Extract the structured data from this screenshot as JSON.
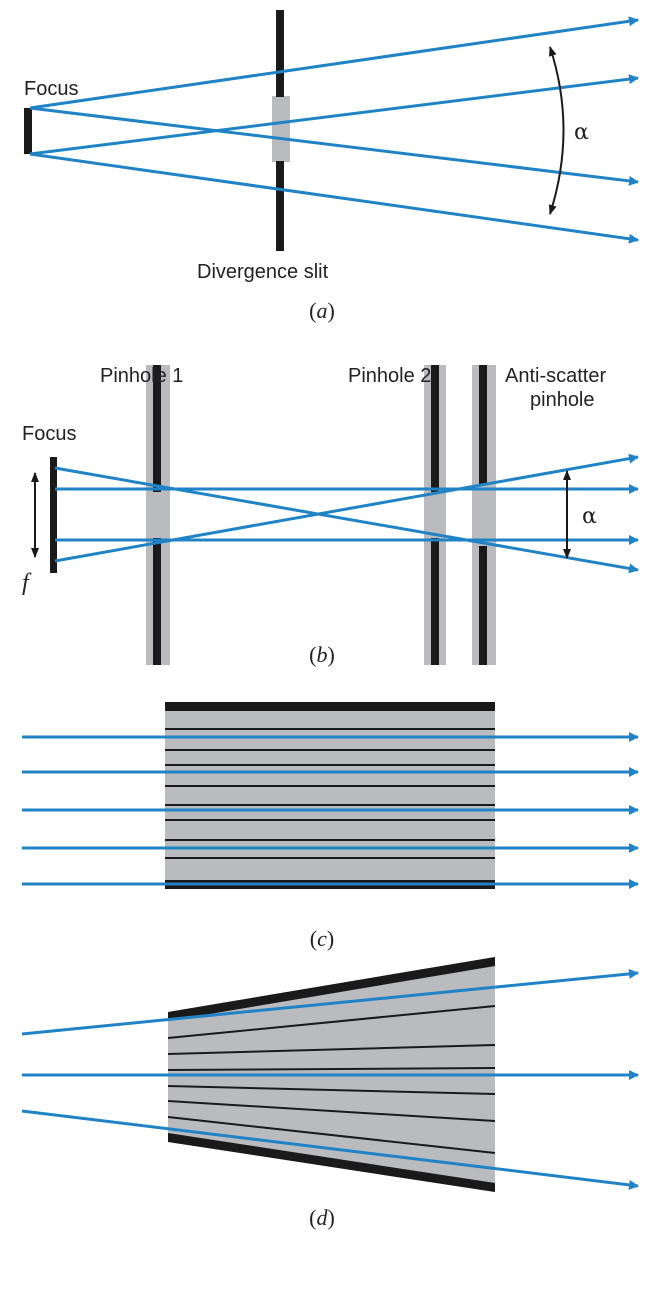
{
  "colors": {
    "ray": "#1f83c6",
    "slit": "#1a1a1a",
    "aperture": "#b9bbbe",
    "text": "#222222"
  },
  "panel_a": {
    "focus_label": "Focus",
    "slit_label": "Divergence slit",
    "angle_label": "α",
    "caption_left": "(",
    "caption_letter": "a",
    "caption_right": ")"
  },
  "panel_b": {
    "focus_label": "Focus",
    "pinhole1_label": "Pinhole 1",
    "pinhole2_label": "Pinhole 2",
    "antiscatter_label_line1": "Anti-scatter",
    "antiscatter_label_line2": "pinhole",
    "focal_size_label": "f",
    "angle_label": "α",
    "caption_left": "(",
    "caption_letter": "b",
    "caption_right": ")"
  },
  "panel_c": {
    "caption_left": "(",
    "caption_letter": "c",
    "caption_right": ")"
  },
  "panel_d": {
    "caption_left": "(",
    "caption_letter": "d",
    "caption_right": ")"
  }
}
